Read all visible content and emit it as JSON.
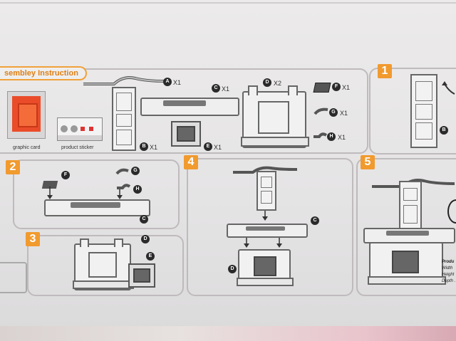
{
  "header": {
    "title": "sembley Instruction"
  },
  "parts_panel": {
    "labels": {
      "graphic_card": "graphic card",
      "product_sticker": "product sticker"
    },
    "parts": [
      {
        "letter": "A",
        "qty": "X1"
      },
      {
        "letter": "B",
        "qty": "X1"
      },
      {
        "letter": "C",
        "qty": "X1"
      },
      {
        "letter": "D",
        "qty": "X2"
      },
      {
        "letter": "E",
        "qty": "X1"
      },
      {
        "letter": "F",
        "qty": "X1"
      },
      {
        "letter": "G",
        "qty": "X1"
      },
      {
        "letter": "H",
        "qty": "X1"
      }
    ]
  },
  "steps": [
    {
      "number": "1",
      "callouts": [
        "B"
      ]
    },
    {
      "number": "2",
      "callouts": [
        "F",
        "G",
        "H",
        "C"
      ]
    },
    {
      "number": "3",
      "callouts": [
        "D",
        "E"
      ]
    },
    {
      "number": "4",
      "callouts": [
        "C",
        "D"
      ]
    },
    {
      "number": "5",
      "callouts": []
    }
  ],
  "spec_text": {
    "line1": "Produ",
    "line2": "Width",
    "line3": "Height",
    "line4": "Depth ."
  },
  "colors": {
    "accent": "#f19a2e",
    "panel_border": "#bfbabc",
    "badge": "#2a2a2a"
  }
}
